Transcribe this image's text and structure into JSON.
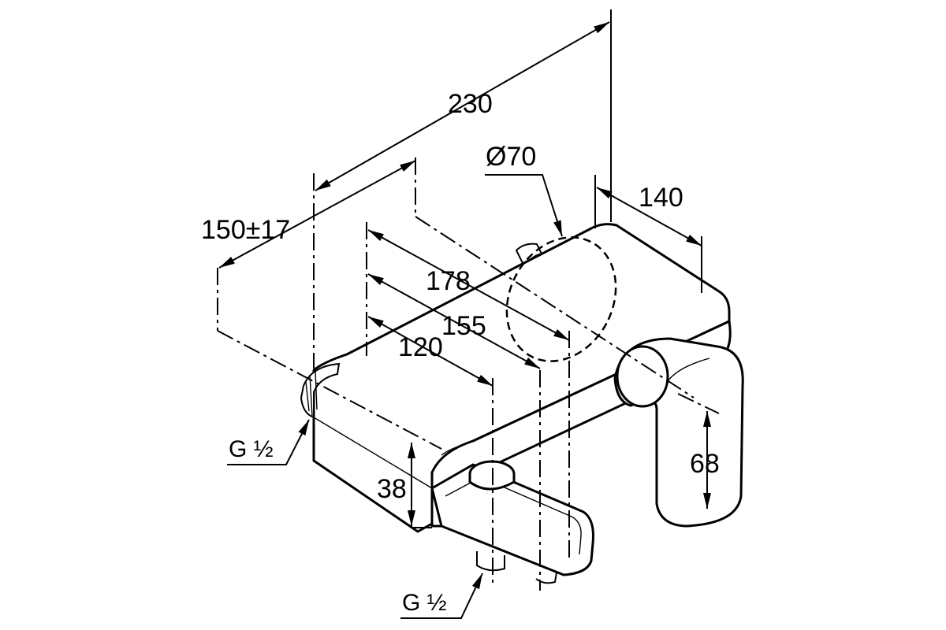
{
  "drawing": {
    "dimensions": {
      "overall_length": "230",
      "projection": "150±17",
      "rosette_diameter": "Ø70",
      "depth": "140",
      "length_178": "178",
      "length_155": "155",
      "length_120": "120",
      "spout_height": "38",
      "handle_height": "68"
    },
    "connections": {
      "inlet_thread": "G ½",
      "outlet_thread": "G ½"
    }
  },
  "colors": {
    "ink": "#000000",
    "paper": "#ffffff"
  }
}
